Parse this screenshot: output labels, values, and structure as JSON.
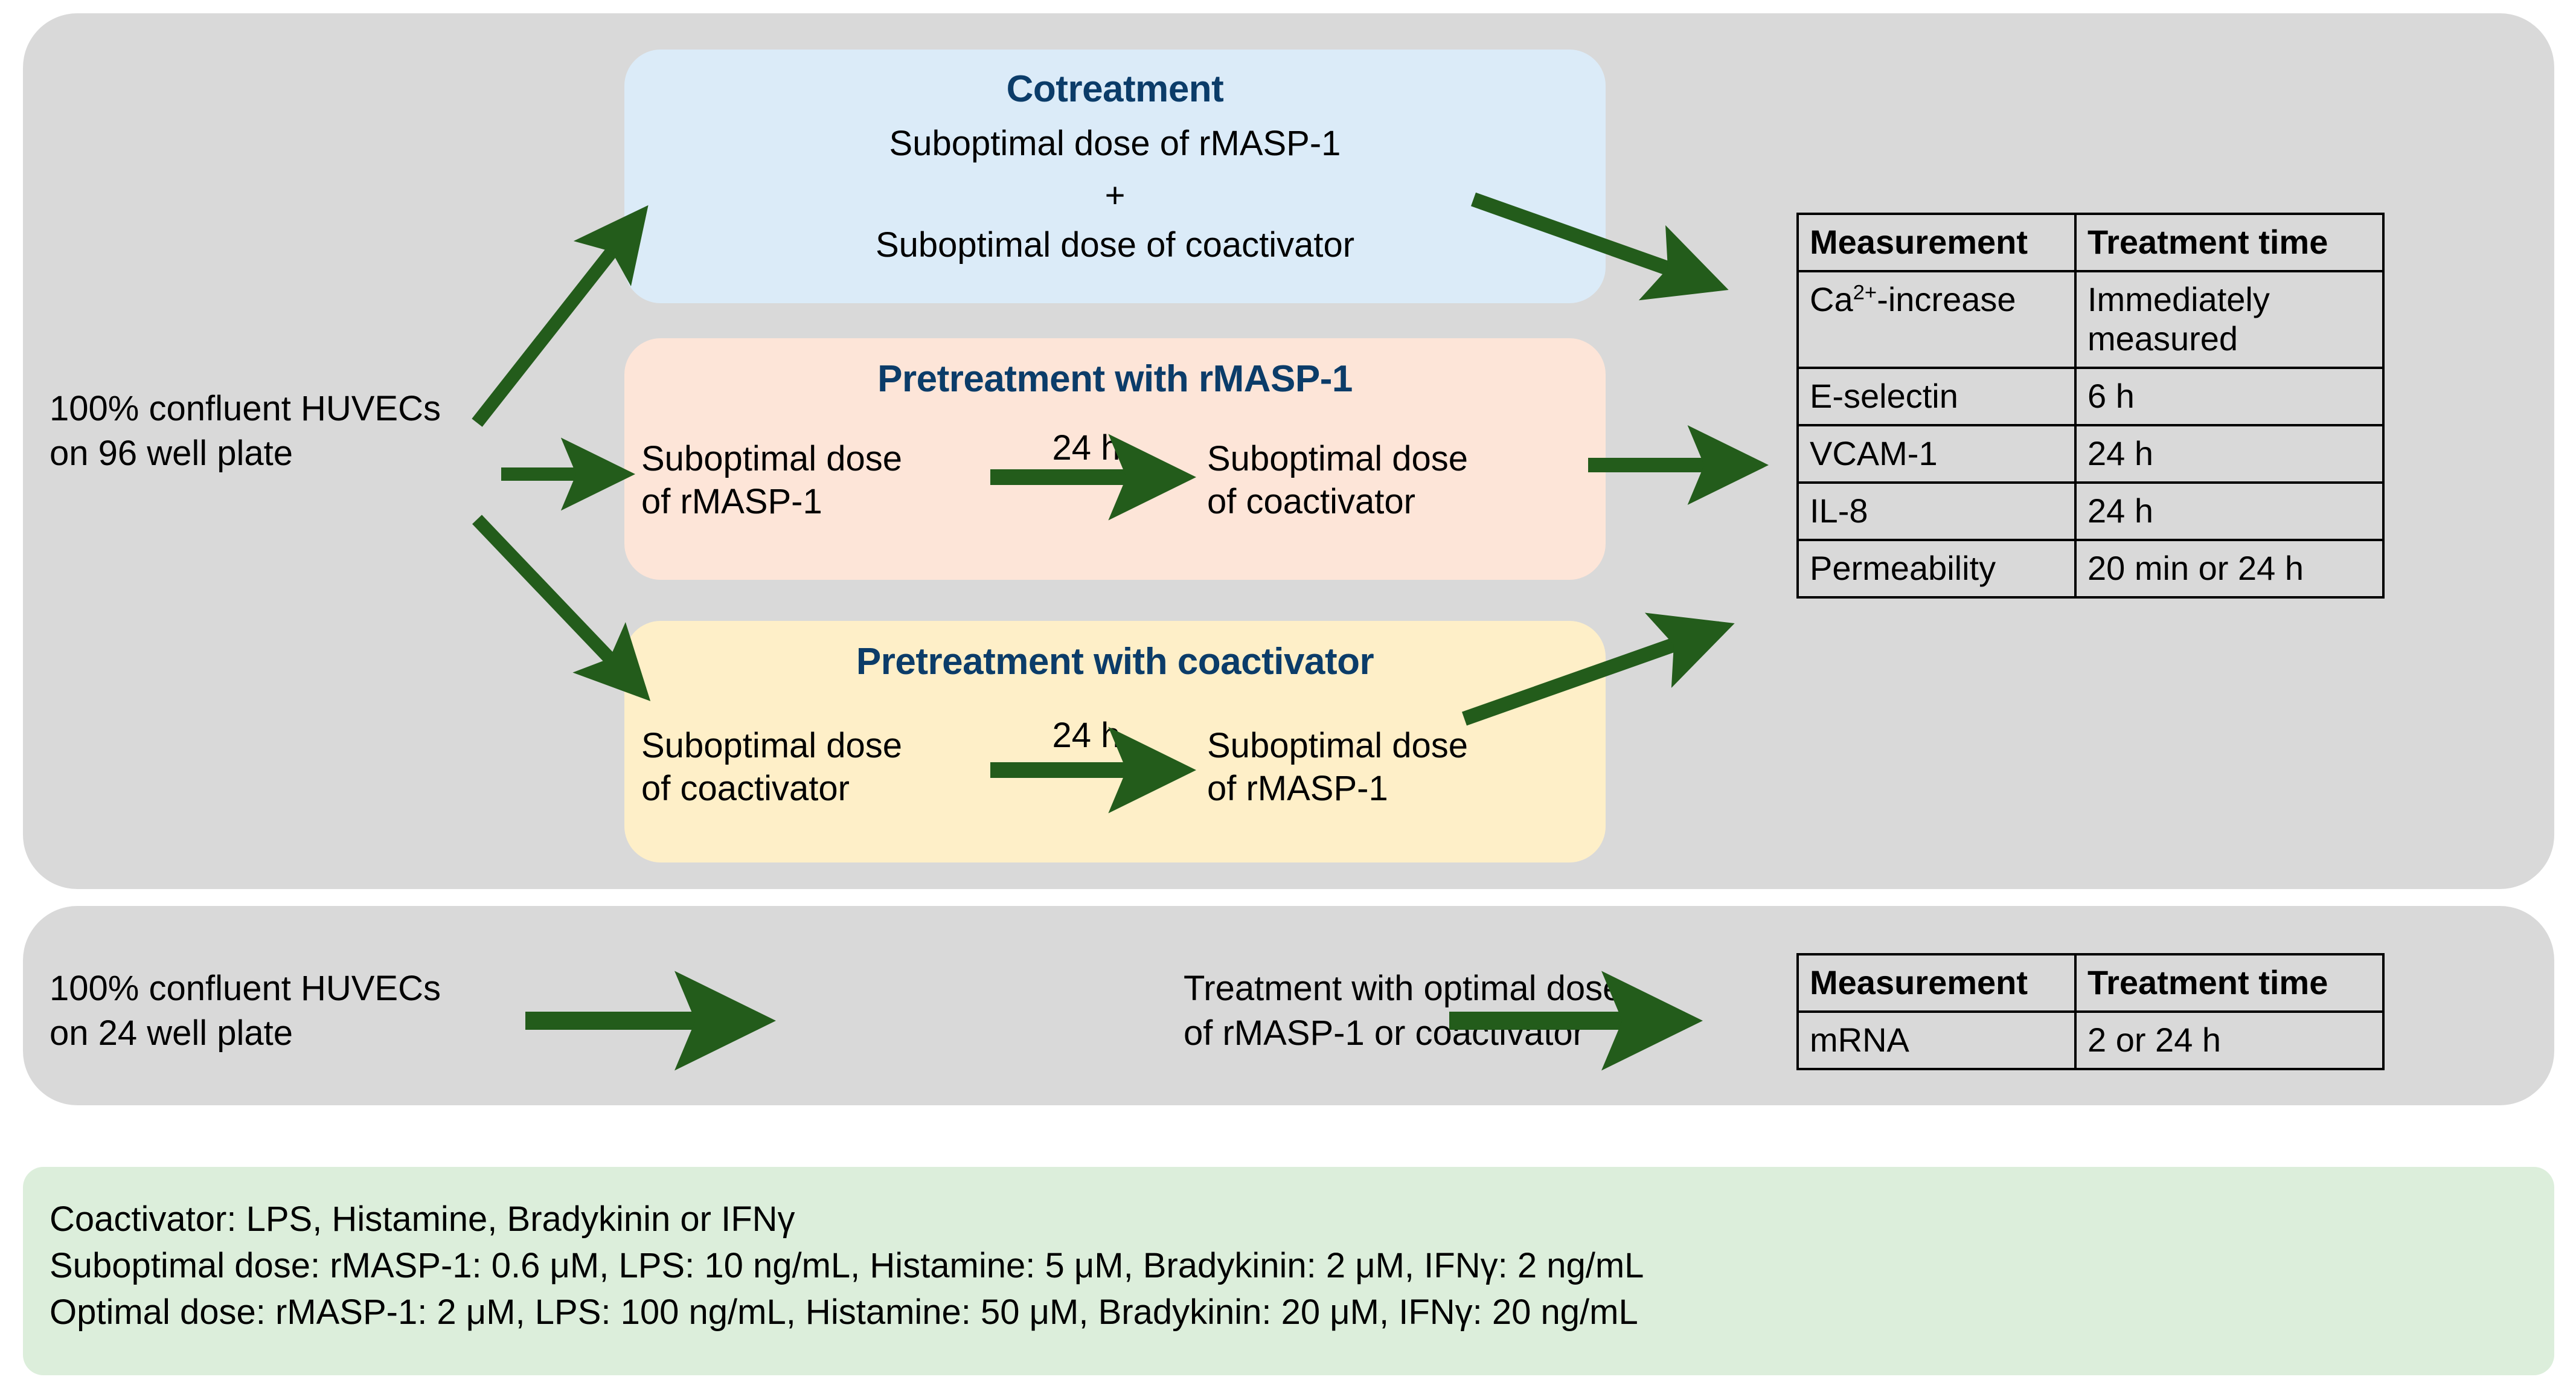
{
  "colors": {
    "panel_bg": "#d9d9d9",
    "legend_bg": "#dceedb",
    "cotreatment_bg": "#dbebf8",
    "pretreat_rmasp_bg": "#fde5d8",
    "pretreat_coact_bg": "#feefc8",
    "arrow_green": "#235c1b",
    "title_blue": "#0b3c69"
  },
  "panel_invitro": {
    "source_label": "100% confluent HUVECs\non 96 well plate",
    "cotreatment": {
      "title": "Cotreatment",
      "line1": "Suboptimal dose of rMASP-1",
      "line2": "+",
      "line3": "Suboptimal dose of coactivator"
    },
    "pretreat_rmasp": {
      "title": "Pretreatment with rMASP-1",
      "step1": "Suboptimal dose\nof rMASP-1",
      "interval": "24 h",
      "step2": "Suboptimal dose\nof coactivator"
    },
    "pretreat_coact": {
      "title": "Pretreatment with coactivator",
      "step1": "Suboptimal dose\nof coactivator",
      "interval": "24 h",
      "step2": "Suboptimal dose\nof rMASP-1"
    },
    "table": {
      "headers": [
        "Measurement",
        "Treatment time"
      ],
      "rows": [
        {
          "measurement": "Ca2+-increase",
          "measurement_base": "Ca",
          "measurement_sup": "2+",
          "measurement_tail": "-increase",
          "time": "Immediately\nmeasured"
        },
        {
          "measurement": "E-selectin",
          "time": "6 h"
        },
        {
          "measurement": "VCAM-1",
          "time": "24 h"
        },
        {
          "measurement": "IL-8",
          "time": "24 h"
        },
        {
          "measurement": "Permeability",
          "time": "20 min or 24 h"
        }
      ]
    }
  },
  "panel_mrna": {
    "source_label": "100% confluent HUVECs\non 24 well plate",
    "treatment_label": "Treatment with optimal dose\nof rMASP-1 or coactivator",
    "table": {
      "headers": [
        "Measurement",
        "Treatment time"
      ],
      "rows": [
        {
          "measurement": "mRNA",
          "time": "2 or 24 h"
        }
      ]
    }
  },
  "legend": {
    "line1": "Coactivator: LPS, Histamine, Bradykinin or IFNγ",
    "line2": "Suboptimal dose: rMASP-1: 0.6 μM, LPS: 10 ng/mL, Histamine: 5 μM, Bradykinin: 2 μM, IFNγ: 2 ng/mL",
    "line3": "Optimal dose: rMASP-1: 2 μM, LPS: 100 ng/mL, Histamine: 50 μM,  Bradykinin: 20 μM, IFNγ: 20 ng/mL"
  }
}
